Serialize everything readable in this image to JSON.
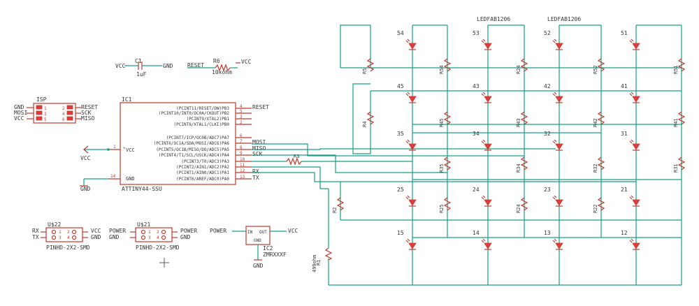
{
  "isp": {
    "name": "ISP",
    "left_pins": [
      "GND",
      "MOSI",
      "VCC"
    ],
    "right_pins": [
      "RESET",
      "SCK",
      "MISO"
    ],
    "pin_nums_left": [
      "1",
      "3",
      "5"
    ],
    "pin_nums_right": [
      "2",
      "4",
      "6"
    ]
  },
  "cap": {
    "name": "C1",
    "value": "1uF",
    "vcc": "VCC",
    "gnd": "GND"
  },
  "res_reset": {
    "name": "R6",
    "value": "10kohm",
    "net": "RESET",
    "vcc": "VCC"
  },
  "ic1": {
    "name": "IC1",
    "value": "ATTINY44-SSU",
    "vcc_label": "VCC",
    "gnd_label": "GND",
    "vcc_pin": "1",
    "gnd_pin": "14",
    "pins": [
      {
        "label": "(PCINT11/RESET/DW)PB3",
        "num": "4",
        "net": "RESET"
      },
      {
        "label": "(PCINT10/INT0/OC0A/CKOUT)PB2",
        "num": "5",
        "net": ""
      },
      {
        "label": "(PCINT9/XTAL2)PB1",
        "num": "3",
        "net": ""
      },
      {
        "label": "(PCINT8/XTAL1/CLKI)PB0",
        "num": "2",
        "net": ""
      },
      {
        "label": "(PCINT7/ICP/OC0B/ADC7)PA7",
        "num": "6",
        "net": ""
      },
      {
        "label": "(PCINT6/OC1A/SDA/MOSI/ADC6)PA6",
        "num": "7",
        "net": "MOSI"
      },
      {
        "label": "(PCINT5/OC1B/MISO/DO/ADC5)PA5",
        "num": "8",
        "net": "MISO"
      },
      {
        "label": "(PCINT4/T1/SCL/USCK/ADC4)PA4",
        "num": "9",
        "net": "SCK"
      },
      {
        "label": "(PCINT3/T0/ADC3)PA3",
        "num": "10",
        "net": ""
      },
      {
        "label": "(PCINT2/AIN1/ADC2)PA2",
        "num": "11",
        "net": ""
      },
      {
        "label": "(PCINT1/AIN0/ADC1)PA1",
        "num": "12",
        "net": "RX"
      },
      {
        "label": "(PCINT0/AREF/ADC0)PA0",
        "num": "13",
        "net": "TX"
      }
    ]
  },
  "vcc_main": "VCC",
  "gnd_main": "GND",
  "r3": "R3",
  "u22": {
    "name": "U$22",
    "value": "PINHD-2X2-SMD",
    "left": [
      "RX",
      "TX"
    ],
    "right": [
      "VCC",
      "GND"
    ],
    "nums": [
      "1",
      "3",
      "2",
      "4"
    ]
  },
  "u21": {
    "name": "U$21",
    "value": "PINHD-2X2-SMD",
    "left": [
      "POWER",
      "GND"
    ],
    "right": [
      "POWER",
      "GND"
    ],
    "nums": [
      "1",
      "3",
      "2",
      "4"
    ]
  },
  "ic2": {
    "name": "IC2",
    "value": "ZMRXXXF",
    "in": "IN",
    "out": "OUT",
    "gnd": "GND",
    "net_in": "POWER",
    "net_out": "VCC",
    "net_gnd": "GND"
  },
  "r1": {
    "name": "R1",
    "value": "499ohm"
  },
  "led_headers": [
    "LEDFAB1206",
    "LEDFAB1206"
  ],
  "leds": [
    [
      "54",
      "53",
      "52",
      "51"
    ],
    [
      "45",
      "43",
      "42",
      "41"
    ],
    [
      "35",
      "34",
      "32",
      "31"
    ],
    [
      "25",
      "24",
      "23",
      "21"
    ],
    [
      "15",
      "14",
      "13",
      "12"
    ]
  ],
  "resistors": {
    "top": [
      "R5",
      "R54",
      "R24",
      "R52",
      "R51"
    ],
    "row2": [
      "R4",
      "R45",
      "R43",
      "R42",
      "R41"
    ],
    "row3": [
      "R35",
      "R34",
      "R32",
      "R31"
    ],
    "row4": [
      "R2",
      "R25",
      "R24",
      "R22"
    ],
    "row5": [
      "R1"
    ]
  }
}
